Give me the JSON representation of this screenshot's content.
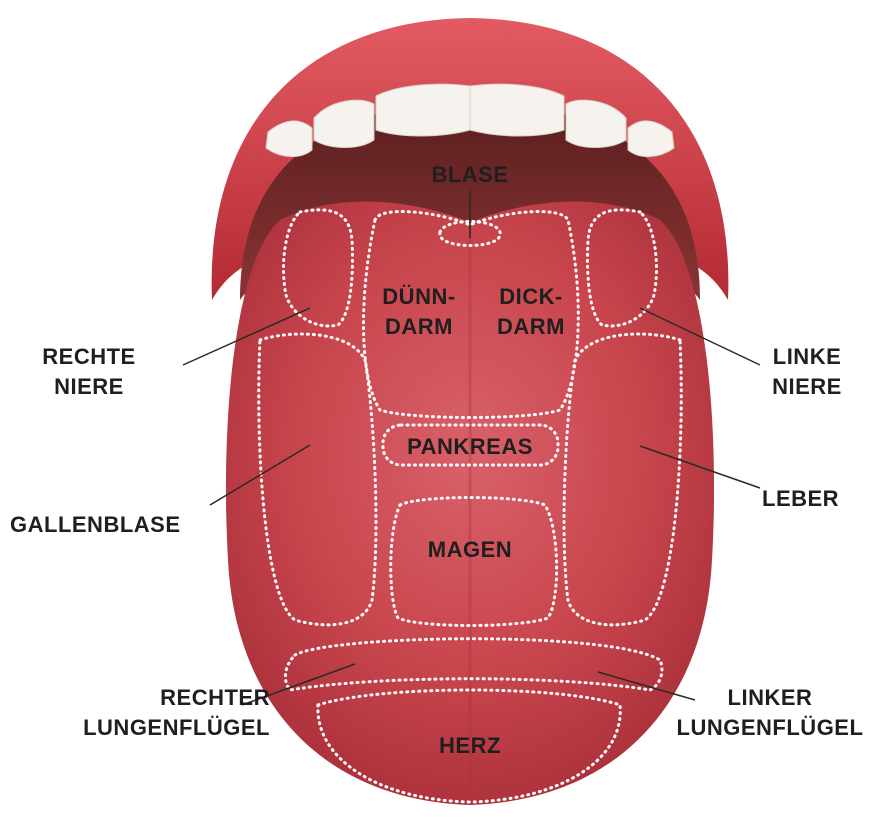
{
  "palette": {
    "tongue": "#c8454d",
    "tongue_dark": "#a8303a",
    "lip": "#c9353d",
    "mouth_inner": "#6e2626",
    "teeth": "#f6f3ee",
    "zone_line": "#ffffff",
    "label_text": "#1f1f1f",
    "leader_line": "#2a2a2a"
  },
  "labels": {
    "blase": "BLASE",
    "duenndarm": [
      "DÜNN-",
      "DARM"
    ],
    "dickdarm": [
      "DICK-",
      "DARM"
    ],
    "rechte_niere": [
      "RECHTE",
      "NIERE"
    ],
    "linke_niere": [
      "LINKE",
      "NIERE"
    ],
    "pankreas": "PANKREAS",
    "gallenblase": "GALLENBLASE",
    "leber": "LEBER",
    "magen": "MAGEN",
    "rechter_lungenfluegel": [
      "RECHTER",
      "LUNGENFLÜGEL"
    ],
    "linker_lungenfluegel": [
      "LINKER",
      "LUNGENFLÜGEL"
    ],
    "herz": "HERZ"
  }
}
